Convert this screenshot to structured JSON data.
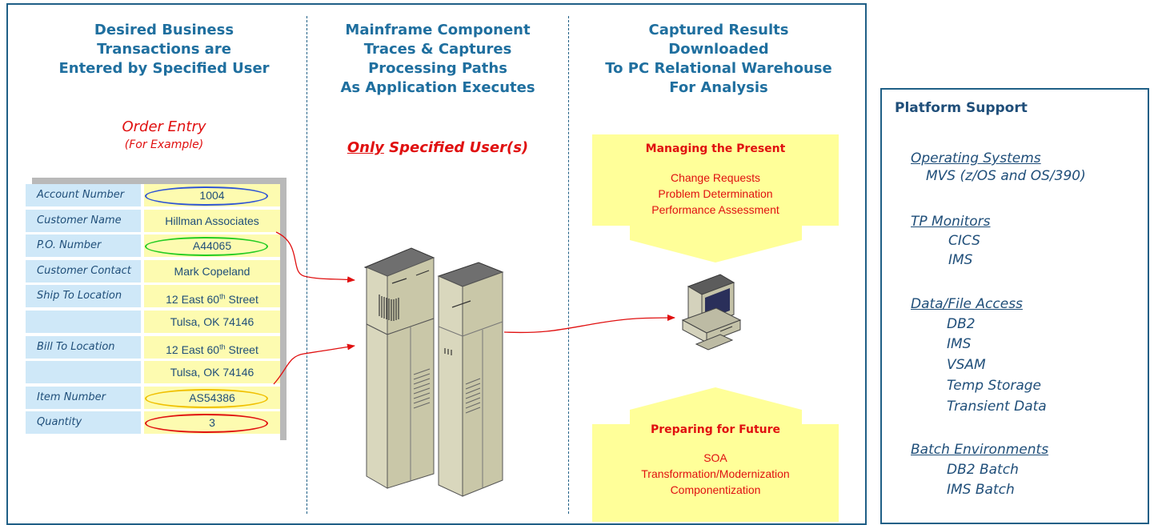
{
  "columns": {
    "col1": {
      "heading": [
        "Desired Business",
        "Transactions are",
        "Entered by Specified User"
      ],
      "subtitle": "Order Entry",
      "subtitle_note": "(For Example)"
    },
    "col2": {
      "heading": [
        "Mainframe Component",
        "Traces & Captures",
        "Processing Paths",
        "As Application Executes"
      ],
      "note_emphasis": "Only",
      "note_rest": " Specified User(s)"
    },
    "col3": {
      "heading": [
        "Captured Results",
        "Downloaded",
        "To PC Relational Warehouse",
        "For Analysis"
      ]
    }
  },
  "form": {
    "rows": [
      {
        "label": "Account Number",
        "value": "1004",
        "oval": "#2f55d4"
      },
      {
        "label": "Customer Name",
        "value": "Hillman Associates"
      },
      {
        "label": "P.O. Number",
        "value": "A44065",
        "oval": "#22cc22"
      },
      {
        "label": "Customer Contact",
        "value": "Mark Copeland"
      },
      {
        "label": "Ship To Location",
        "value": "12 East 60th Street"
      },
      {
        "label": "",
        "value": "Tulsa, OK 74146"
      },
      {
        "label": "Bill To Location",
        "value": "12 East 60th Street"
      },
      {
        "label": "",
        "value": "Tulsa, OK 74146"
      },
      {
        "label": "Item Number",
        "value": "AS54386",
        "oval": "#f0c000"
      },
      {
        "label": "Quantity",
        "value": "3",
        "oval": "#e01010"
      }
    ]
  },
  "callouts": {
    "present": {
      "title": "Managing the Present",
      "lines": [
        "Change Requests",
        "Problem Determination",
        "Performance Assessment"
      ]
    },
    "future": {
      "title": "Preparing for Future",
      "lines": [
        "SOA",
        "Transformation/Modernization",
        "Componentization"
      ]
    }
  },
  "platform": {
    "title": "Platform Support",
    "groups": [
      {
        "name": "Operating Systems",
        "items": [
          "MVS (z/OS and OS/390)"
        ]
      },
      {
        "name": "TP Monitors",
        "items": [
          "CICS",
          "IMS"
        ]
      },
      {
        "name": "Data/File Access",
        "items": [
          "DB2",
          "IMS",
          "VSAM",
          "Temp Storage",
          "Transient Data"
        ]
      },
      {
        "name": "Batch Environments",
        "items": [
          "DB2 Batch",
          "IMS Batch"
        ]
      }
    ]
  },
  "colors": {
    "frame": "#1f5f86",
    "heading": "#1f6f9f",
    "label_bg": "#cfe8f8",
    "value_bg": "#fdfbb0",
    "callout_bg": "#ffff99",
    "accent_red": "#e01010",
    "connector": "#e01010"
  }
}
